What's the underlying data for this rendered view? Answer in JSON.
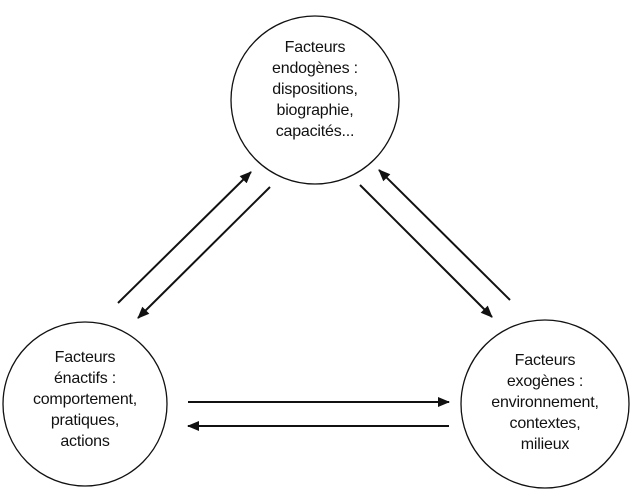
{
  "diagram": {
    "colors": {
      "stroke": "#111111",
      "background": "#ffffff",
      "text": "#111111"
    },
    "nodes": {
      "endogenous": {
        "lines": [
          "Facteurs",
          "endogènes :",
          "dispositions,",
          "biographie,",
          "capacités..."
        ]
      },
      "enactive": {
        "lines": [
          "Facteurs",
          "énactifs :",
          "comportement,",
          "pratiques,",
          "actions"
        ]
      },
      "exogenous": {
        "lines": [
          "Facteurs",
          "exogènes :",
          "environnement,",
          "contextes,",
          "milieux"
        ]
      }
    },
    "relations": [
      {
        "from": "enactive",
        "to": "endogenous"
      },
      {
        "from": "endogenous",
        "to": "enactive"
      },
      {
        "from": "endogenous",
        "to": "exogenous"
      },
      {
        "from": "exogenous",
        "to": "endogenous"
      },
      {
        "from": "enactive",
        "to": "exogenous"
      },
      {
        "from": "exogenous",
        "to": "enactive"
      }
    ]
  }
}
